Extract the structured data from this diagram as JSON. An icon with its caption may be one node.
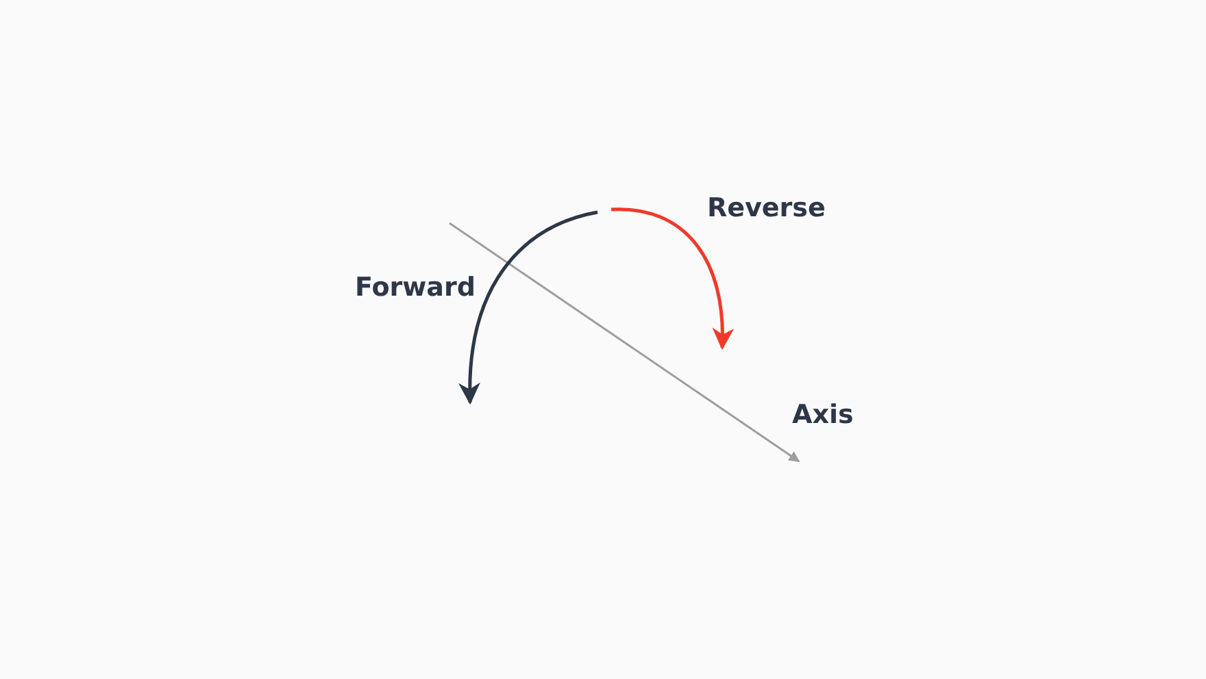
{
  "diagram": {
    "labels": [
      "Reverse",
      "Forward",
      "Axis"
    ]
  }
}
